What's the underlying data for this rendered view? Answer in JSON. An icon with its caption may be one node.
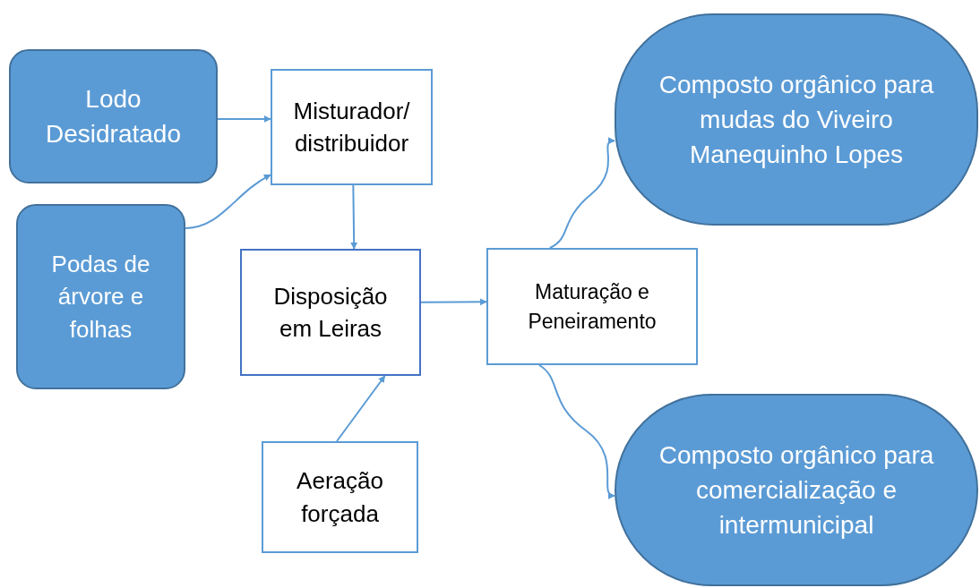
{
  "diagram": {
    "nodes": [
      {
        "text": [
          "Lodo Desidratado"
        ]
      },
      {
        "text": [
          "Misturador/ distribuidor"
        ]
      },
      {
        "text": [
          "Podas de árvore e folhas"
        ]
      },
      {
        "text": [
          "Disposição em Leiras"
        ]
      },
      {
        "text": [
          "Aeração forçada"
        ]
      },
      {
        "text": [
          "Maturação e Peneiramento"
        ]
      },
      {
        "text": [
          "Composto orgânico para mudas do Viveiro Manequinho Lopes"
        ]
      },
      {
        "text": [
          "Composto orgânico para comercialização e intermunicipal"
        ]
      }
    ],
    "edges": [
      {
        "from": 0,
        "to": 1,
        "arrow": "to"
      },
      {
        "from": 2,
        "to": 1,
        "arrow": "to"
      },
      {
        "from": 1,
        "to": 3,
        "arrow": "to"
      },
      {
        "from": 3,
        "to": 5,
        "arrow": "to"
      },
      {
        "from": 4,
        "to": 3,
        "arrow": "to"
      },
      {
        "from": 5,
        "to": 6,
        "arrow": "to"
      },
      {
        "from": 5,
        "to": 7,
        "arrow": "to"
      }
    ]
  }
}
